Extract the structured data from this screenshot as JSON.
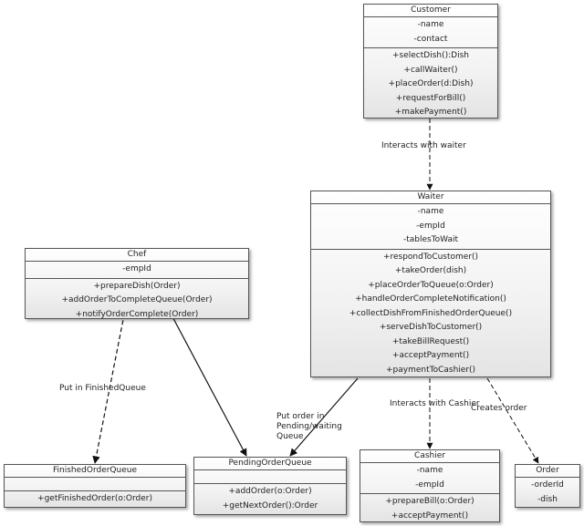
{
  "classes": {
    "customer": {
      "name": "Customer",
      "attributes": [
        "-name",
        "-contact"
      ],
      "methods": [
        "+selectDish():Dish",
        "+callWaiter()",
        "+placeOrder(d:Dish)",
        "+requestForBill()",
        "+makePayment()"
      ]
    },
    "waiter": {
      "name": "Waiter",
      "attributes": [
        "-name",
        "-empId",
        "-tablesToWait"
      ],
      "methods": [
        "+respondToCustomer()",
        "+takeOrder(dish)",
        "+placeOrderToQueue(o:Order)",
        "+handleOrderCompleteNotification()",
        "+collectDishFromFinishedOrderQueue()",
        "+serveDishToCustomer()",
        "+takeBillRequest()",
        "+acceptPayment()",
        "+paymentToCashier()"
      ]
    },
    "chef": {
      "name": "Chef",
      "attributes": [
        "-empId"
      ],
      "methods": [
        "+prepareDish(Order)",
        "+addOrderToCompleteQueue(Order)",
        "+notifyOrderComplete(Order)"
      ]
    },
    "finished_queue": {
      "name": "FinishedOrderQueue",
      "attributes": [],
      "methods": [
        "+getFinishedOrder(o:Order)"
      ]
    },
    "pending_queue": {
      "name": "PendingOrderQueue",
      "attributes": [],
      "methods": [
        "+addOrder(o:Order)",
        "+getNextOrder():Order"
      ]
    },
    "cashier": {
      "name": "Cashier",
      "attributes": [
        "-name",
        "-empId"
      ],
      "methods": [
        "+prepareBill(o:Order)",
        "+acceptPayment()"
      ]
    },
    "order": {
      "name": "Order",
      "attributes": [
        "-orderId",
        "-dish"
      ],
      "methods": []
    }
  },
  "relations": {
    "customer_waiter": "Interacts with waiter",
    "chef_finished": "Put in FinishedQueue",
    "waiter_pending": "Put order in Pending/waiting Queue",
    "waiter_cashier": "Interacts with Cashier",
    "waiter_order": "Creates order"
  }
}
